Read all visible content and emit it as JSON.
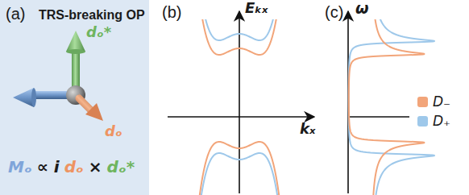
{
  "diagram": {
    "nodes": [
      {
        "text": [
          "(a)",
          "TRS-breaking OP"
        ]
      }
    ],
    "labels": [
      "dₒ*",
      "dₒ",
      "Mₒ",
      "∝ i",
      "dₒ",
      "×",
      "dₒ*",
      "(b)",
      "Eₖₓ",
      "kₓ",
      "(c)",
      "ω"
    ],
    "legend": [
      {
        "text": "D₋",
        "color": "#f2a57a"
      },
      {
        "text": "D₊",
        "color": "#9ec8ea"
      }
    ]
  }
}
